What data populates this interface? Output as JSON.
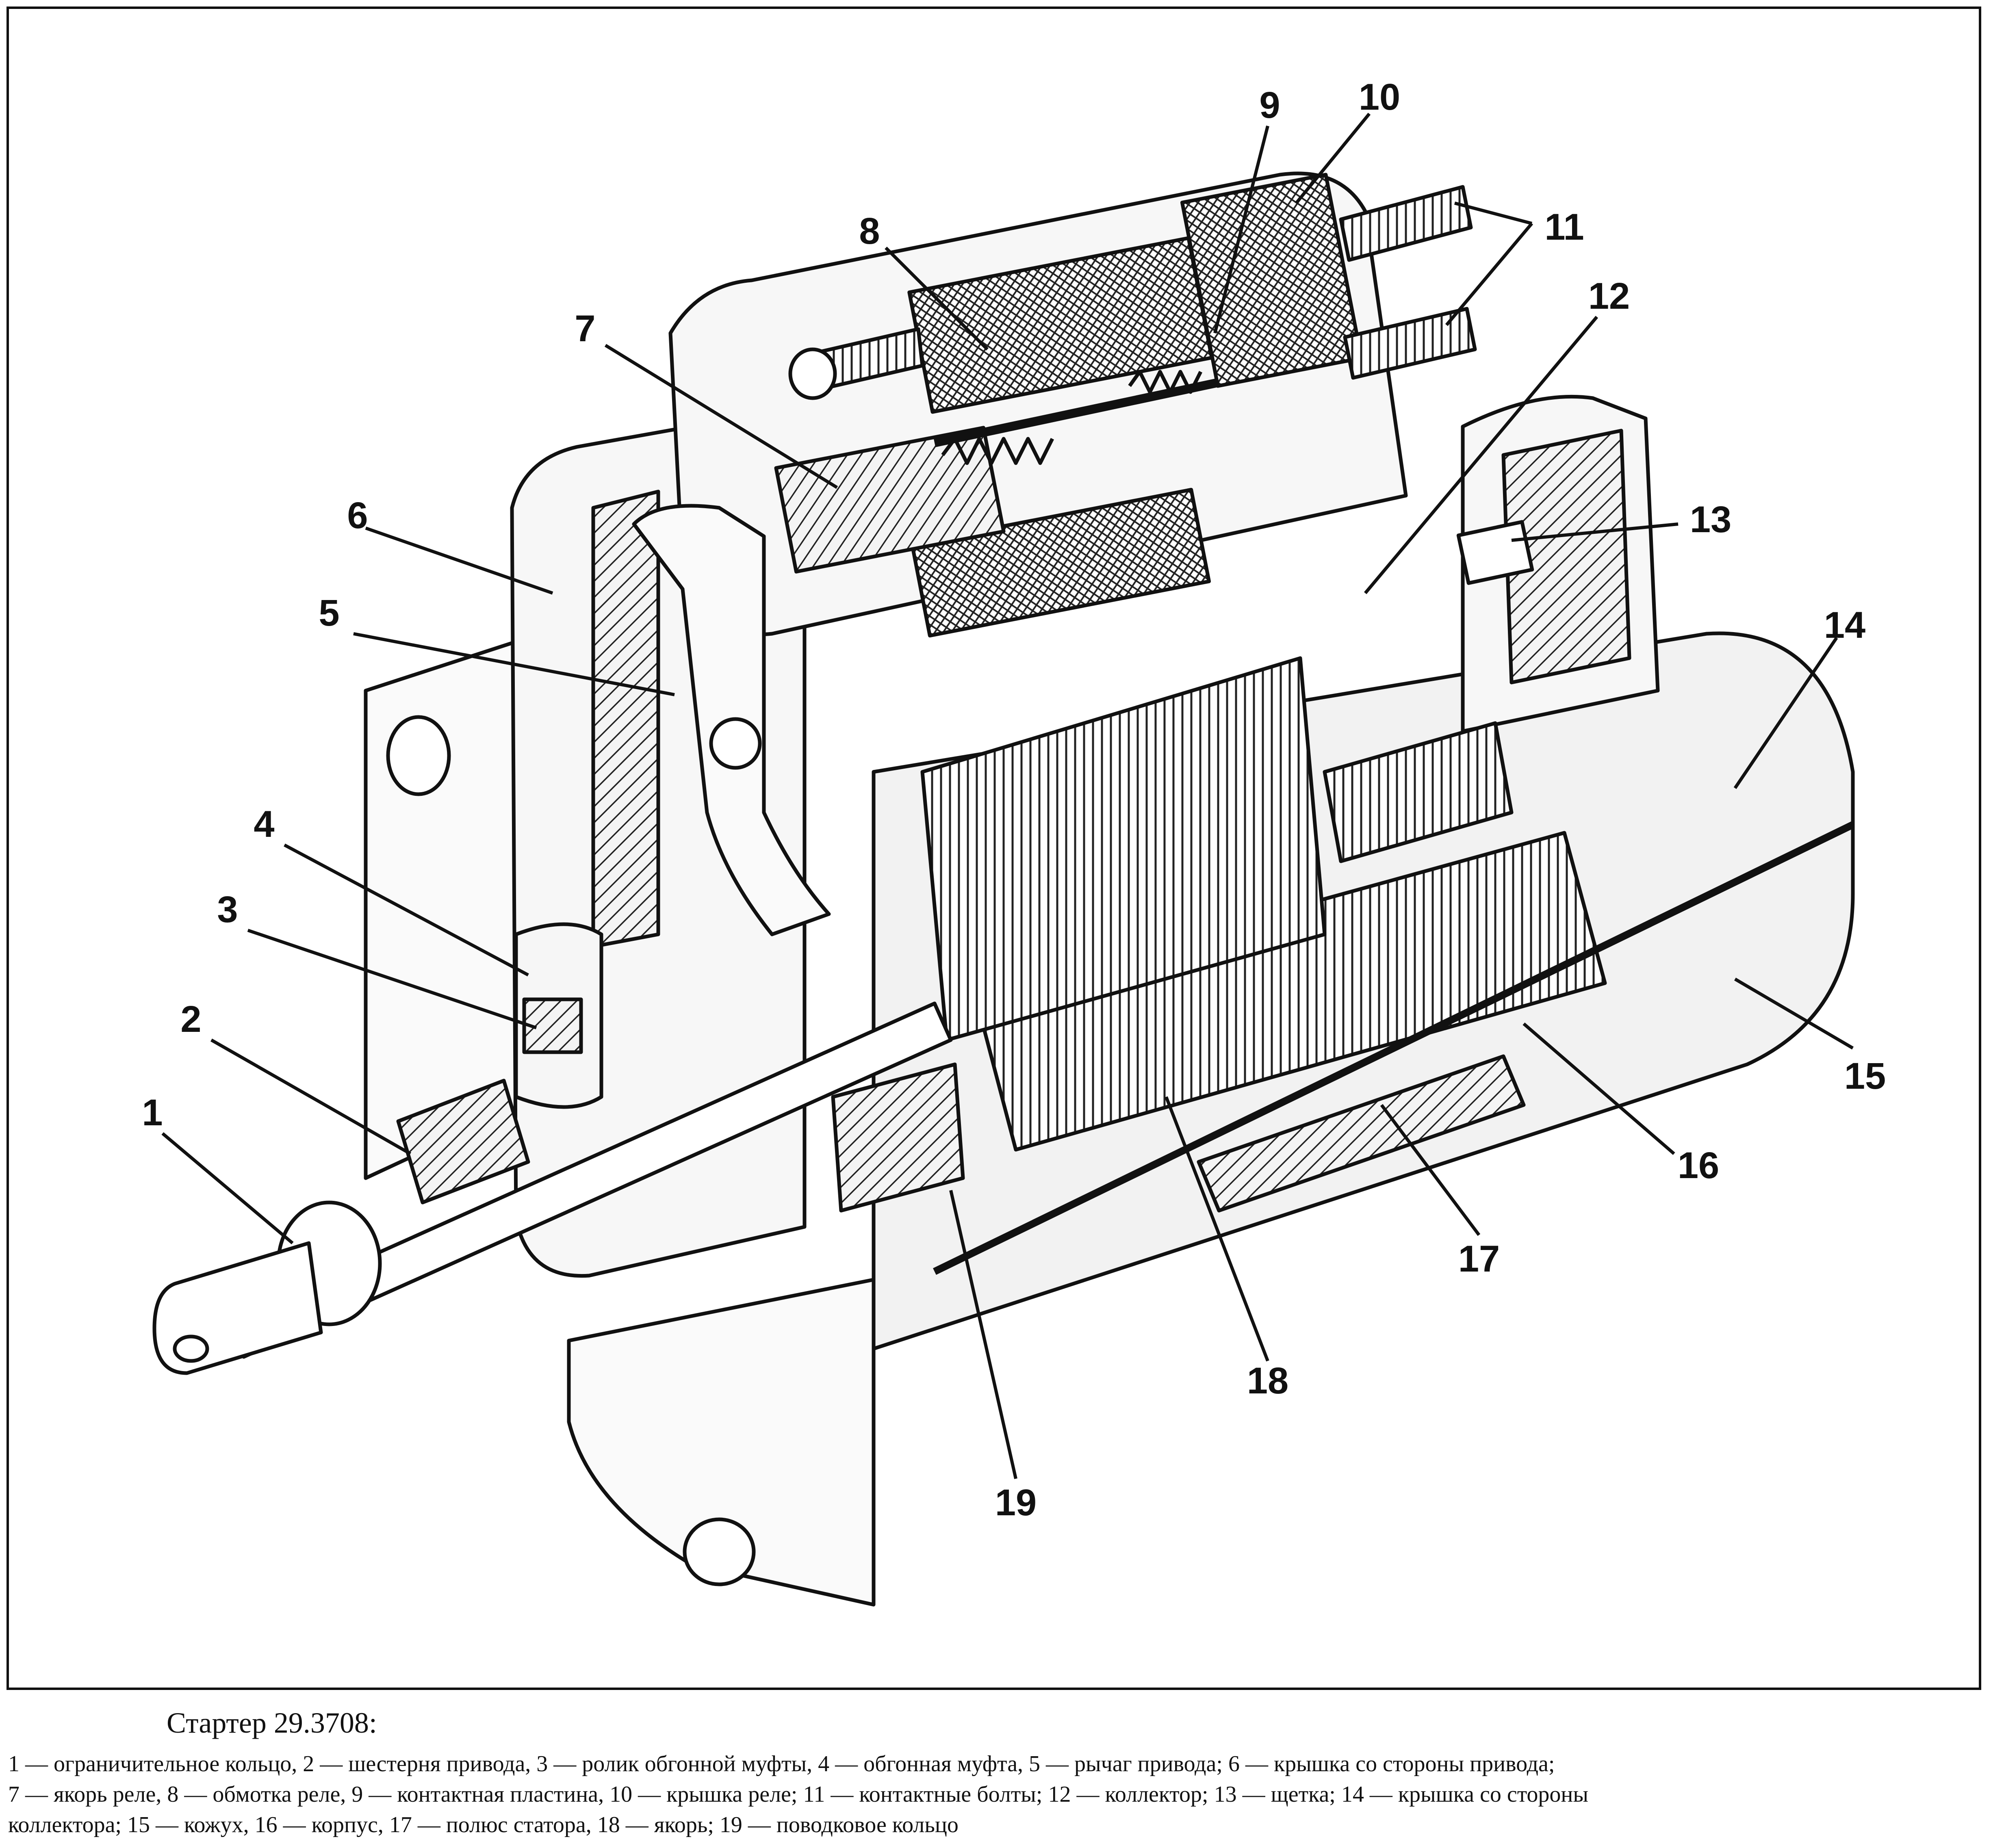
{
  "figure": {
    "callouts": [
      {
        "n": "1"
      },
      {
        "n": "2"
      },
      {
        "n": "3"
      },
      {
        "n": "4"
      },
      {
        "n": "5"
      },
      {
        "n": "6"
      },
      {
        "n": "7"
      },
      {
        "n": "8"
      },
      {
        "n": "9"
      },
      {
        "n": "10"
      },
      {
        "n": "11"
      },
      {
        "n": "12"
      },
      {
        "n": "13"
      },
      {
        "n": "14"
      },
      {
        "n": "15"
      },
      {
        "n": "16"
      },
      {
        "n": "17"
      },
      {
        "n": "18"
      },
      {
        "n": "19"
      }
    ]
  },
  "caption": {
    "title": "Стартер 29.3708:",
    "lines": [
      "1 — ограничительное кольцо, 2 — шестерня привода, 3 — ролик обгонной муфты, 4 — обгонная муфта, 5 — рычаг привода; 6 — крышка со стороны привода;",
      "7 — якорь реле, 8 — обмотка реле, 9 — контактная пластина, 10 — крышка реле; 11 — контактные болты; 12 — коллектор; 13 — щетка; 14 — крышка со стороны",
      "коллектора; 15 — кожух, 16 — корпус, 17 — полюс статора, 18 — якорь; 19 — поводковое  кольцо"
    ]
  }
}
